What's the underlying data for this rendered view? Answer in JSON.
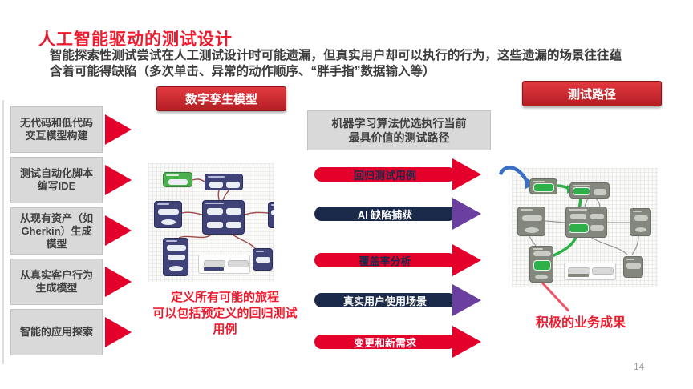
{
  "slide": {
    "title": "人工智能驱动的测试设计",
    "paragraph": {
      "line1": "智能探索性测试尝试在人工测试设计时可能遗漏，但真实用户却可以执行的行为，这些遗漏的场景往往蕴",
      "line2": "含着可能得缺陷（多次单击、异常的动作顺序、“胖手指”数据输入等）"
    },
    "page_number": "14"
  },
  "banners": {
    "digital_twin": "数字孪生模型",
    "test_paths": "测试路径"
  },
  "left_column": {
    "items": [
      {
        "label": "无代码和低代码交互模型构建"
      },
      {
        "label": "测试自动化脚本编写IDE"
      },
      {
        "label": "从现有资产（如Gherkin）生成模型"
      },
      {
        "label": "从真实客户行为生成模型"
      },
      {
        "label": "智能的应用探索"
      }
    ]
  },
  "ml_box": {
    "line1": "机器学习算法优选执行当前",
    "line2": "最具价值的测试路径"
  },
  "flow_arrows": [
    {
      "label": "回归测试用例",
      "variant": "red"
    },
    {
      "label": "AI 缺陷捕获",
      "variant": "navy"
    },
    {
      "label": "覆盖率分析",
      "variant": "red"
    },
    {
      "label": "真实用户使用场景",
      "variant": "navy"
    },
    {
      "label": "变更和新需求",
      "variant": "red"
    }
  ],
  "captions": {
    "twin_line1": "定义所有可能的旅程",
    "twin_line2": "可以包括预定义的回归测试",
    "twin_line3": "用例",
    "outcome": "积极的业务成果"
  },
  "colors": {
    "title_red": "#ed1b2e",
    "accent_red": "#e4002b",
    "banner_red": "#c8202a",
    "navy": "#1b2a4a",
    "purple": "#6a3fa0",
    "highlight_green": "#2eb049",
    "entry_blue": "#3a6fc4",
    "box_gray": "#d9d9d9"
  }
}
